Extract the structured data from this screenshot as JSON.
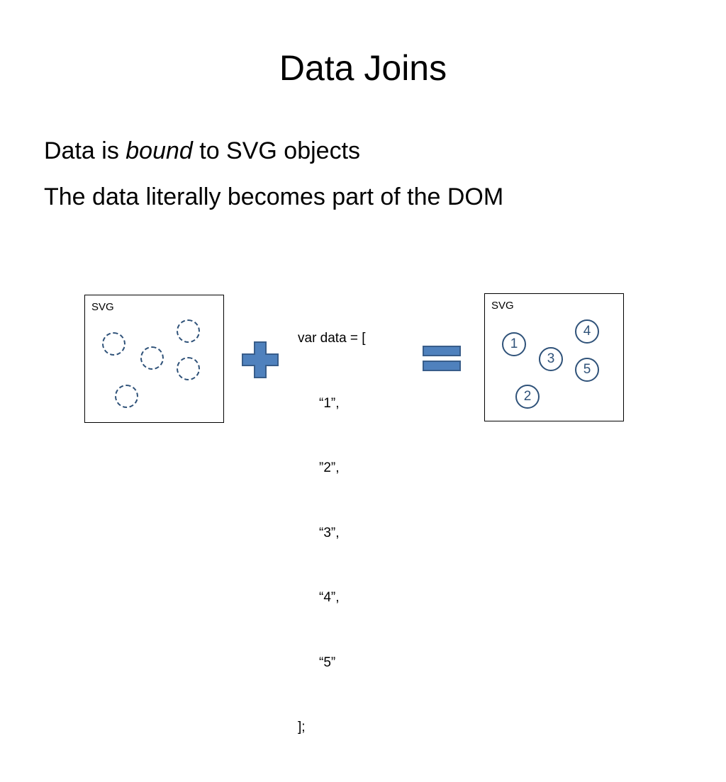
{
  "slide": {
    "title": "Data Joins",
    "bullets": {
      "line1_before": "Data is ",
      "line1_emphasis": "bound",
      "line1_after": " to SVG objects",
      "line2": "The data literally becomes part of the DOM"
    }
  },
  "diagram": {
    "left_box": {
      "label": "SVG"
    },
    "right_box": {
      "label": "SVG",
      "circles": [
        "1",
        "2",
        "3",
        "4",
        "5"
      ]
    },
    "code": {
      "open": "var data = [",
      "items": [
        "“1”,",
        "”2”,",
        "“3”,",
        "“4”,",
        "“5”"
      ],
      "close": "];"
    },
    "operators": {
      "plus": "plus-icon",
      "equals": "equals-icon"
    },
    "colors": {
      "accent": "#4f81bd",
      "circle_stroke": "#2f5279"
    }
  }
}
